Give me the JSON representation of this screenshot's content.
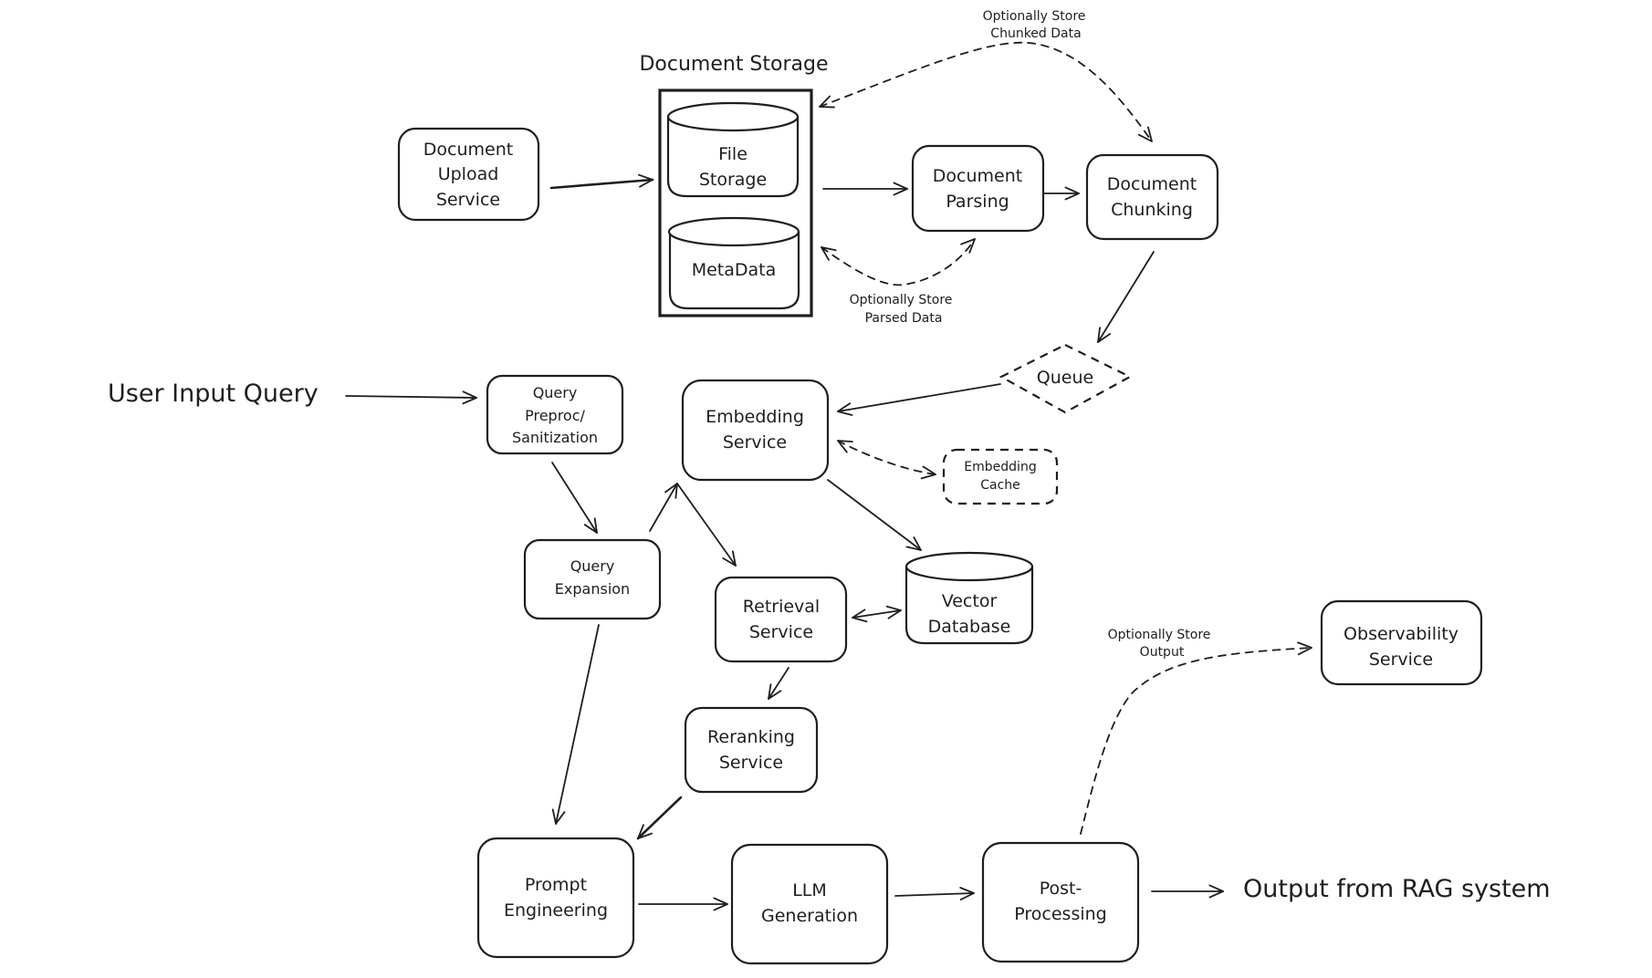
{
  "diagram": {
    "type": "RAG system architecture",
    "stroke_color": "#1e1e1e",
    "background": "#ffffff",
    "group": {
      "id": "document-storage",
      "title": "Document Storage",
      "children": [
        "file-storage",
        "metadata"
      ]
    },
    "nodes": [
      {
        "id": "doc-upload",
        "shape": "rounded-rect",
        "lines": [
          "Document",
          "Upload",
          "Service"
        ]
      },
      {
        "id": "file-storage",
        "shape": "cylinder",
        "lines": [
          "File",
          "Storage"
        ]
      },
      {
        "id": "metadata",
        "shape": "cylinder",
        "lines": [
          "MetaData"
        ]
      },
      {
        "id": "doc-parsing",
        "shape": "rounded-rect",
        "lines": [
          "Document",
          "Parsing"
        ]
      },
      {
        "id": "doc-chunking",
        "shape": "rounded-rect",
        "lines": [
          "Document",
          "Chunking"
        ]
      },
      {
        "id": "queue",
        "shape": "diamond",
        "style": "dashed",
        "lines": [
          "Queue"
        ]
      },
      {
        "id": "embedding-service",
        "shape": "rounded-rect",
        "lines": [
          "Embedding",
          "Service"
        ]
      },
      {
        "id": "embedding-cache",
        "shape": "rounded-rect",
        "style": "dashed",
        "lines": [
          "Embedding",
          "Cache"
        ]
      },
      {
        "id": "query-preproc",
        "shape": "rounded-rect",
        "lines": [
          "Query",
          "Preproc/",
          "Sanitization"
        ]
      },
      {
        "id": "query-expansion",
        "shape": "rounded-rect",
        "lines": [
          "Query",
          "Expansion"
        ]
      },
      {
        "id": "retrieval-service",
        "shape": "rounded-rect",
        "lines": [
          "Retrieval",
          "Service"
        ]
      },
      {
        "id": "vector-database",
        "shape": "cylinder",
        "lines": [
          "Vector",
          "Database"
        ]
      },
      {
        "id": "reranking-service",
        "shape": "rounded-rect",
        "lines": [
          "Reranking",
          "Service"
        ]
      },
      {
        "id": "prompt-engineering",
        "shape": "rounded-rect",
        "lines": [
          "Prompt",
          "Engineering"
        ]
      },
      {
        "id": "llm-generation",
        "shape": "rounded-rect",
        "lines": [
          "LLM",
          "Generation"
        ]
      },
      {
        "id": "post-processing",
        "shape": "rounded-rect",
        "lines": [
          "Post-",
          "Processing"
        ]
      },
      {
        "id": "observability-service",
        "shape": "rounded-rect",
        "lines": [
          "Observability",
          "Service"
        ]
      }
    ],
    "free_text": {
      "input": "User Input Query",
      "output": "Output from RAG system"
    },
    "edge_labels": {
      "chunked": [
        "Optionally Store",
        "Chunked Data"
      ],
      "parsed": [
        "Optionally Store",
        "Parsed Data"
      ],
      "output": [
        "Optionally Store",
        "Output"
      ]
    },
    "edges": [
      {
        "from": "doc-upload",
        "to": "document-storage",
        "style": "solid"
      },
      {
        "from": "document-storage",
        "to": "doc-parsing",
        "style": "solid"
      },
      {
        "from": "doc-parsing",
        "to": "doc-chunking",
        "style": "solid"
      },
      {
        "from": "doc-chunking",
        "to": "document-storage",
        "style": "dashed",
        "bidirectional": true,
        "label": "Optionally Store Chunked Data"
      },
      {
        "from": "doc-parsing",
        "to": "document-storage",
        "style": "dashed",
        "bidirectional": true,
        "label": "Optionally Store Parsed Data"
      },
      {
        "from": "doc-chunking",
        "to": "queue",
        "style": "solid"
      },
      {
        "from": "queue",
        "to": "embedding-service",
        "style": "solid"
      },
      {
        "from": "embedding-service",
        "to": "embedding-cache",
        "style": "dashed",
        "bidirectional": true
      },
      {
        "from": "embedding-service",
        "to": "vector-database",
        "style": "solid"
      },
      {
        "from": "User Input Query",
        "to": "query-preproc",
        "style": "solid"
      },
      {
        "from": "query-preproc",
        "to": "query-expansion",
        "style": "solid"
      },
      {
        "from": "query-expansion",
        "to": "embedding-service",
        "style": "solid"
      },
      {
        "from": "embedding-service",
        "to": "retrieval-service",
        "style": "solid"
      },
      {
        "from": "retrieval-service",
        "to": "vector-database",
        "style": "solid",
        "bidirectional": true
      },
      {
        "from": "retrieval-service",
        "to": "reranking-service",
        "style": "solid"
      },
      {
        "from": "query-expansion",
        "to": "prompt-engineering",
        "style": "solid"
      },
      {
        "from": "reranking-service",
        "to": "prompt-engineering",
        "style": "solid"
      },
      {
        "from": "prompt-engineering",
        "to": "llm-generation",
        "style": "solid"
      },
      {
        "from": "llm-generation",
        "to": "post-processing",
        "style": "solid"
      },
      {
        "from": "post-processing",
        "to": "Output from RAG system",
        "style": "solid"
      },
      {
        "from": "post-processing",
        "to": "observability-service",
        "style": "dashed",
        "label": "Optionally Store Output"
      }
    ]
  }
}
